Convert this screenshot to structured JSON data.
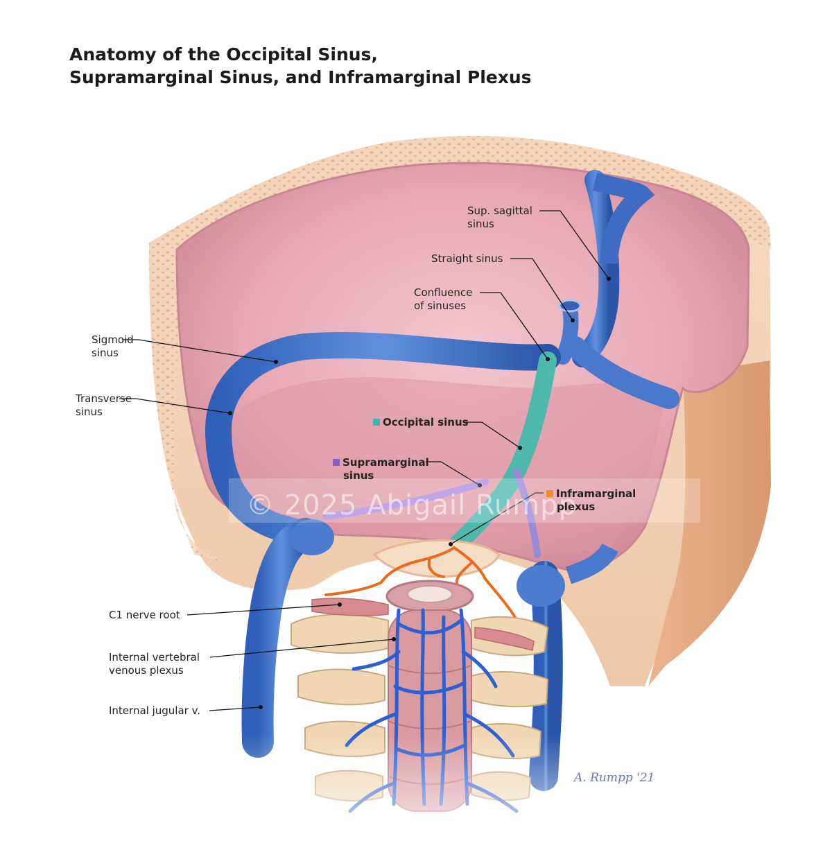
{
  "title": {
    "line1": "Anatomy of the Occipital Sinus,",
    "line2": "Supramarginal Sinus, and Inframarginal Plexus"
  },
  "labels": {
    "sup_sagittal": [
      "Sup. sagittal",
      "sinus"
    ],
    "straight": "Straight sinus",
    "confluence": [
      "Confluence",
      "of sinuses"
    ],
    "sigmoid": [
      "Sigmoid",
      "sinus"
    ],
    "transverse": [
      "Transverse",
      "sinus"
    ],
    "occipital": "Occipital sinus",
    "supramarginal": [
      "Supramarginal",
      "sinus"
    ],
    "inframarginal": [
      "Inframarginal",
      "plexus"
    ],
    "c1": "C1 nerve root",
    "ivvp": [
      "Internal vertebral",
      "venous plexus"
    ],
    "ijv": "Internal jugular v."
  },
  "legend_colors": {
    "occipital": "#3fb5a8",
    "supramarginal": "#8a5cc6",
    "inframarginal": "#f08a2c"
  },
  "watermark": "© 2025 Abigail Rumpp",
  "signature": "A. Rumpp '21"
}
